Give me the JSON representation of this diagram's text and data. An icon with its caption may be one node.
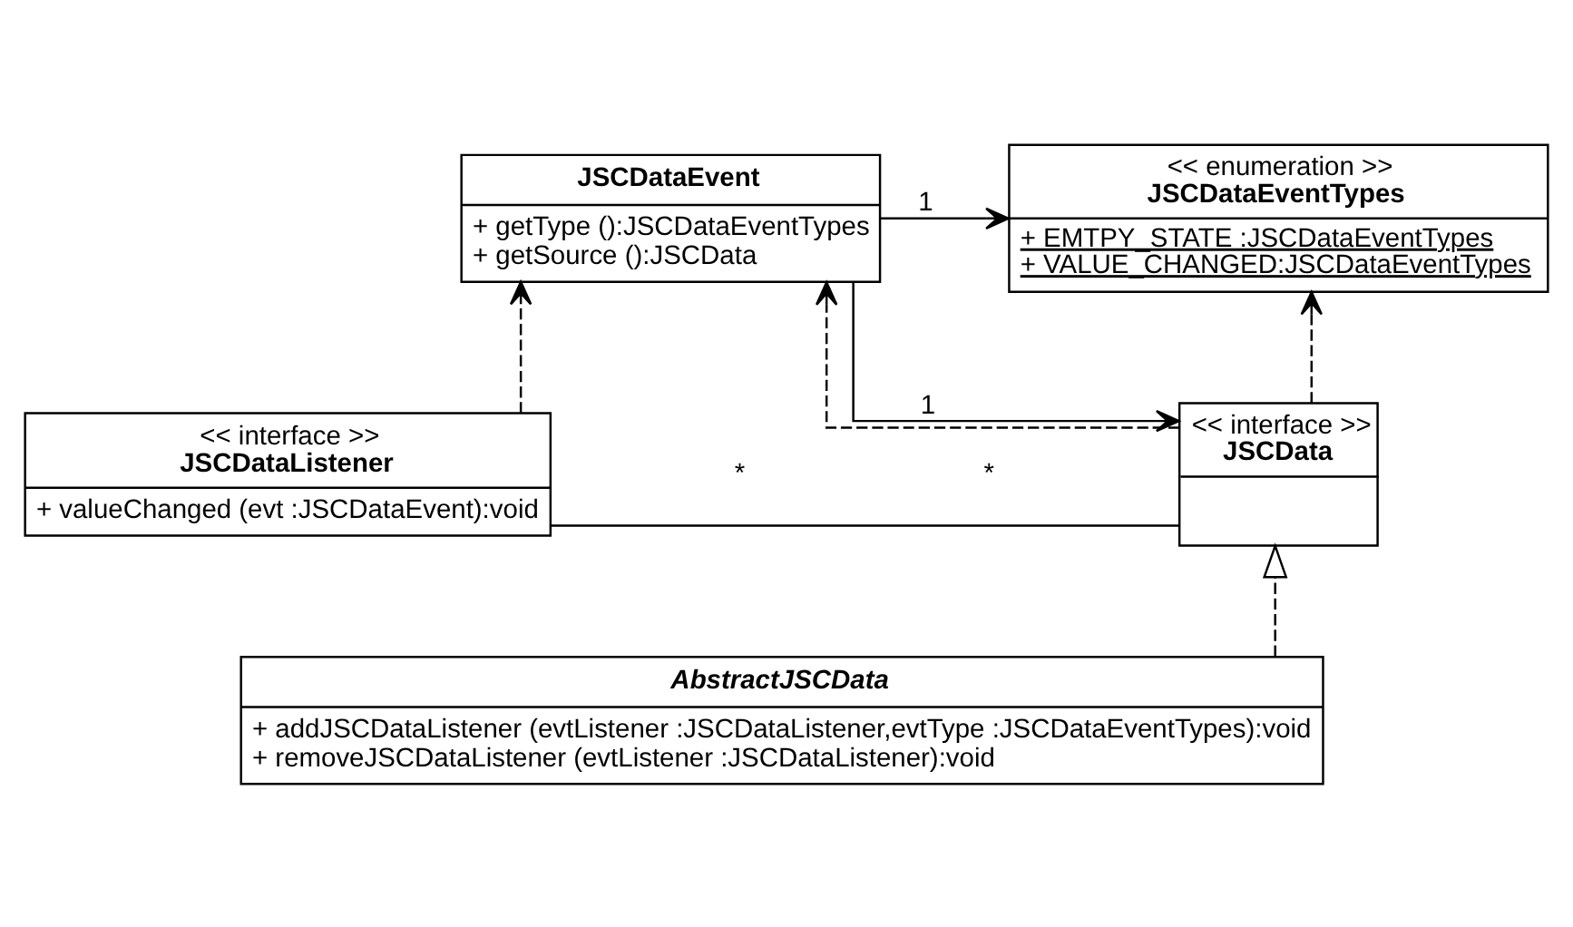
{
  "diagram": {
    "nodes": [
      {
        "text": [
          "JSCDataEvent",
          "+ getType ():JSCDataEventTypes",
          "+ getSource ():JSCData"
        ]
      },
      {
        "text": [
          "<< enumeration >>",
          "JSCDataEventTypes",
          "+ EMTPY_STATE :JSCDataEventTypes",
          "+ VALUE_CHANGED:JSCDataEventTypes"
        ]
      },
      {
        "text": [
          "<< interface >>",
          "JSCDataListener",
          "+ valueChanged (evt :JSCDataEvent):void"
        ]
      },
      {
        "text": [
          "<< interface >>",
          "JSCData"
        ]
      },
      {
        "text": [
          "AbstractJSCData",
          "+ addJSCDataListener (evtListener :JSCDataListener,evtType :JSCDataEventTypes):void",
          "+ removeJSCDataListener (evtListener :JSCDataListener):void"
        ]
      }
    ],
    "edges": [
      {
        "from": 0,
        "to": 1,
        "arrow": "to",
        "label": "1"
      },
      {
        "from": 0,
        "to": 3,
        "arrow": "to",
        "label": "1"
      },
      {
        "from": 3,
        "to": 0,
        "arrow": "to",
        "style": "dashed"
      },
      {
        "from": 2,
        "to": 0,
        "arrow": "to",
        "style": "dashed"
      },
      {
        "from": 2,
        "to": 3,
        "arrow": "none"
      },
      {
        "from": 3,
        "to": 1,
        "arrow": "to",
        "style": "dashed"
      },
      {
        "from": 4,
        "to": 3,
        "arrow": "to",
        "style": "dashed"
      }
    ],
    "labels": [
      "*",
      "*"
    ]
  }
}
